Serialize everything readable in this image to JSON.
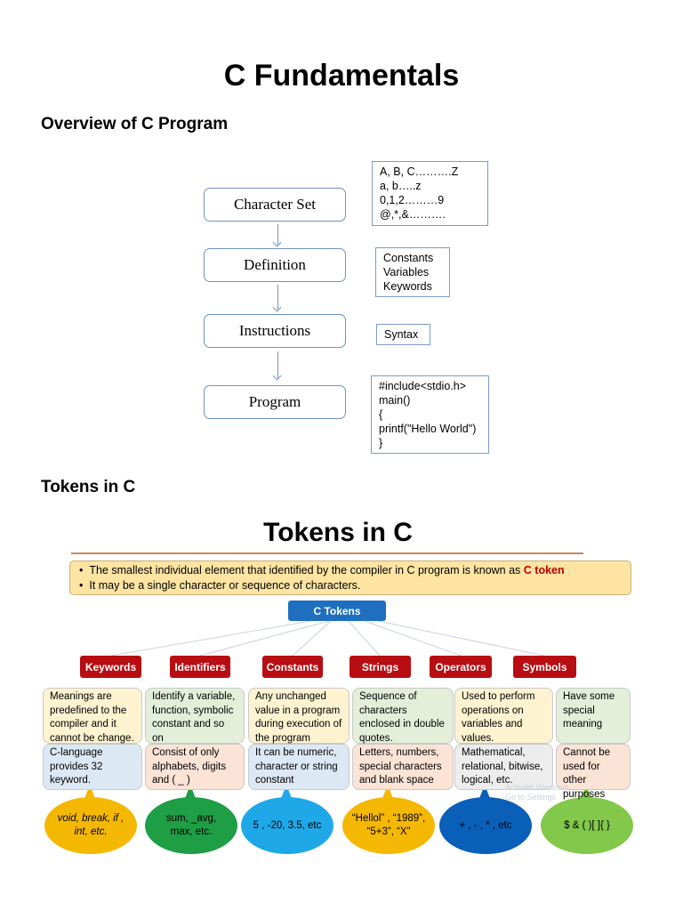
{
  "title": "C Fundamentals",
  "overview": {
    "heading": "Overview of C Program",
    "steps": [
      {
        "label": "Character Set",
        "detail": [
          "A, B, C……….Z",
          "a, b…..z",
          "0,1,2………9",
          "@,*,&………."
        ]
      },
      {
        "label": "Definition",
        "detail": [
          "Constants",
          "Variables",
          "Keywords"
        ]
      },
      {
        "label": "Instructions",
        "detail": [
          "Syntax"
        ]
      },
      {
        "label": "Program",
        "detail": [
          "#include<stdio.h>",
          "main()",
          "{",
          "printf(\"Hello World\")",
          "}"
        ]
      }
    ]
  },
  "tokens": {
    "heading": "Tokens in C",
    "image_title": "Tokens in C",
    "banner": {
      "line1": "The smallest individual element that identified by the compiler in C program is known as ",
      "line1_highlight": "C token",
      "line2": "It may be a single character or sequence of characters.",
      "bullet": "•"
    },
    "root": "C Tokens",
    "categories": [
      {
        "name": "Keywords",
        "desc": "Meanings are predefined to the compiler and it cannot be change.",
        "note": "C-language provides 32 keyword.",
        "examples": "void, break, if , int, etc.",
        "color": "#f5b800"
      },
      {
        "name": "Identifiers",
        "desc": "Identify a variable, function, symbolic constant and so on",
        "note": "Consist of only alphabets, digits and ( _ )",
        "examples": "sum, _avg, max, etc.",
        "color": "#1e9e45"
      },
      {
        "name": "Constants",
        "desc": "Any unchanged value in a program during execution of the program",
        "note": "It can be numeric, character or string constant",
        "examples": "5 , -20, 3.5, etc",
        "color": "#1fa8e8"
      },
      {
        "name": "Strings",
        "desc": "Sequence of characters enclosed in double quotes.",
        "note": "Letters, numbers, special characters and blank space",
        "examples": "“Hellol” , “1989”, “5+3”, “X”",
        "color": "#f5b800"
      },
      {
        "name": "Operators",
        "desc": "Used to perform operations on variables and values.",
        "note": "Mathematical, relational, bitwise, logical, etc.",
        "examples": "+ , - , * , etc",
        "color": "#0a5fb8"
      },
      {
        "name": "Symbols",
        "desc": "Have some special meaning",
        "note": "Cannot be used for other purposes",
        "examples": "$ & ( )[ ]{ }",
        "color": "#82c84a"
      }
    ],
    "watermark": [
      "Activate Windows",
      "Go to Settings"
    ]
  }
}
